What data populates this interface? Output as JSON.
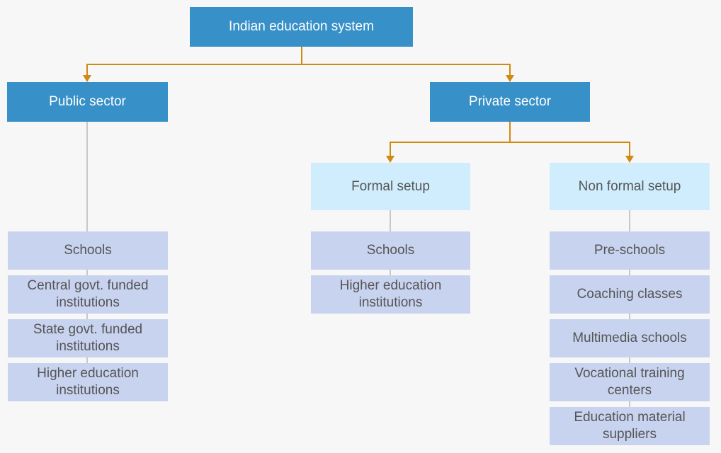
{
  "root": "Indian education system",
  "public": {
    "label": "Public sector",
    "items": [
      "Schools",
      "Central govt. funded institutions",
      "State govt. funded institutions",
      "Higher education institutions"
    ]
  },
  "private": {
    "label": "Private sector",
    "formal": {
      "label": "Formal setup",
      "items": [
        "Schools",
        "Higher education institutions"
      ]
    },
    "nonformal": {
      "label": "Non formal setup",
      "items": [
        "Pre-schools",
        "Coaching classes",
        "Multimedia schools",
        "Vocational training centers",
        "Education material suppliers"
      ]
    }
  },
  "colors": {
    "primary": "#3790c7",
    "secondary": "#d0edfd",
    "leaf": "#c8d3ef",
    "connector": "#d08a10"
  }
}
